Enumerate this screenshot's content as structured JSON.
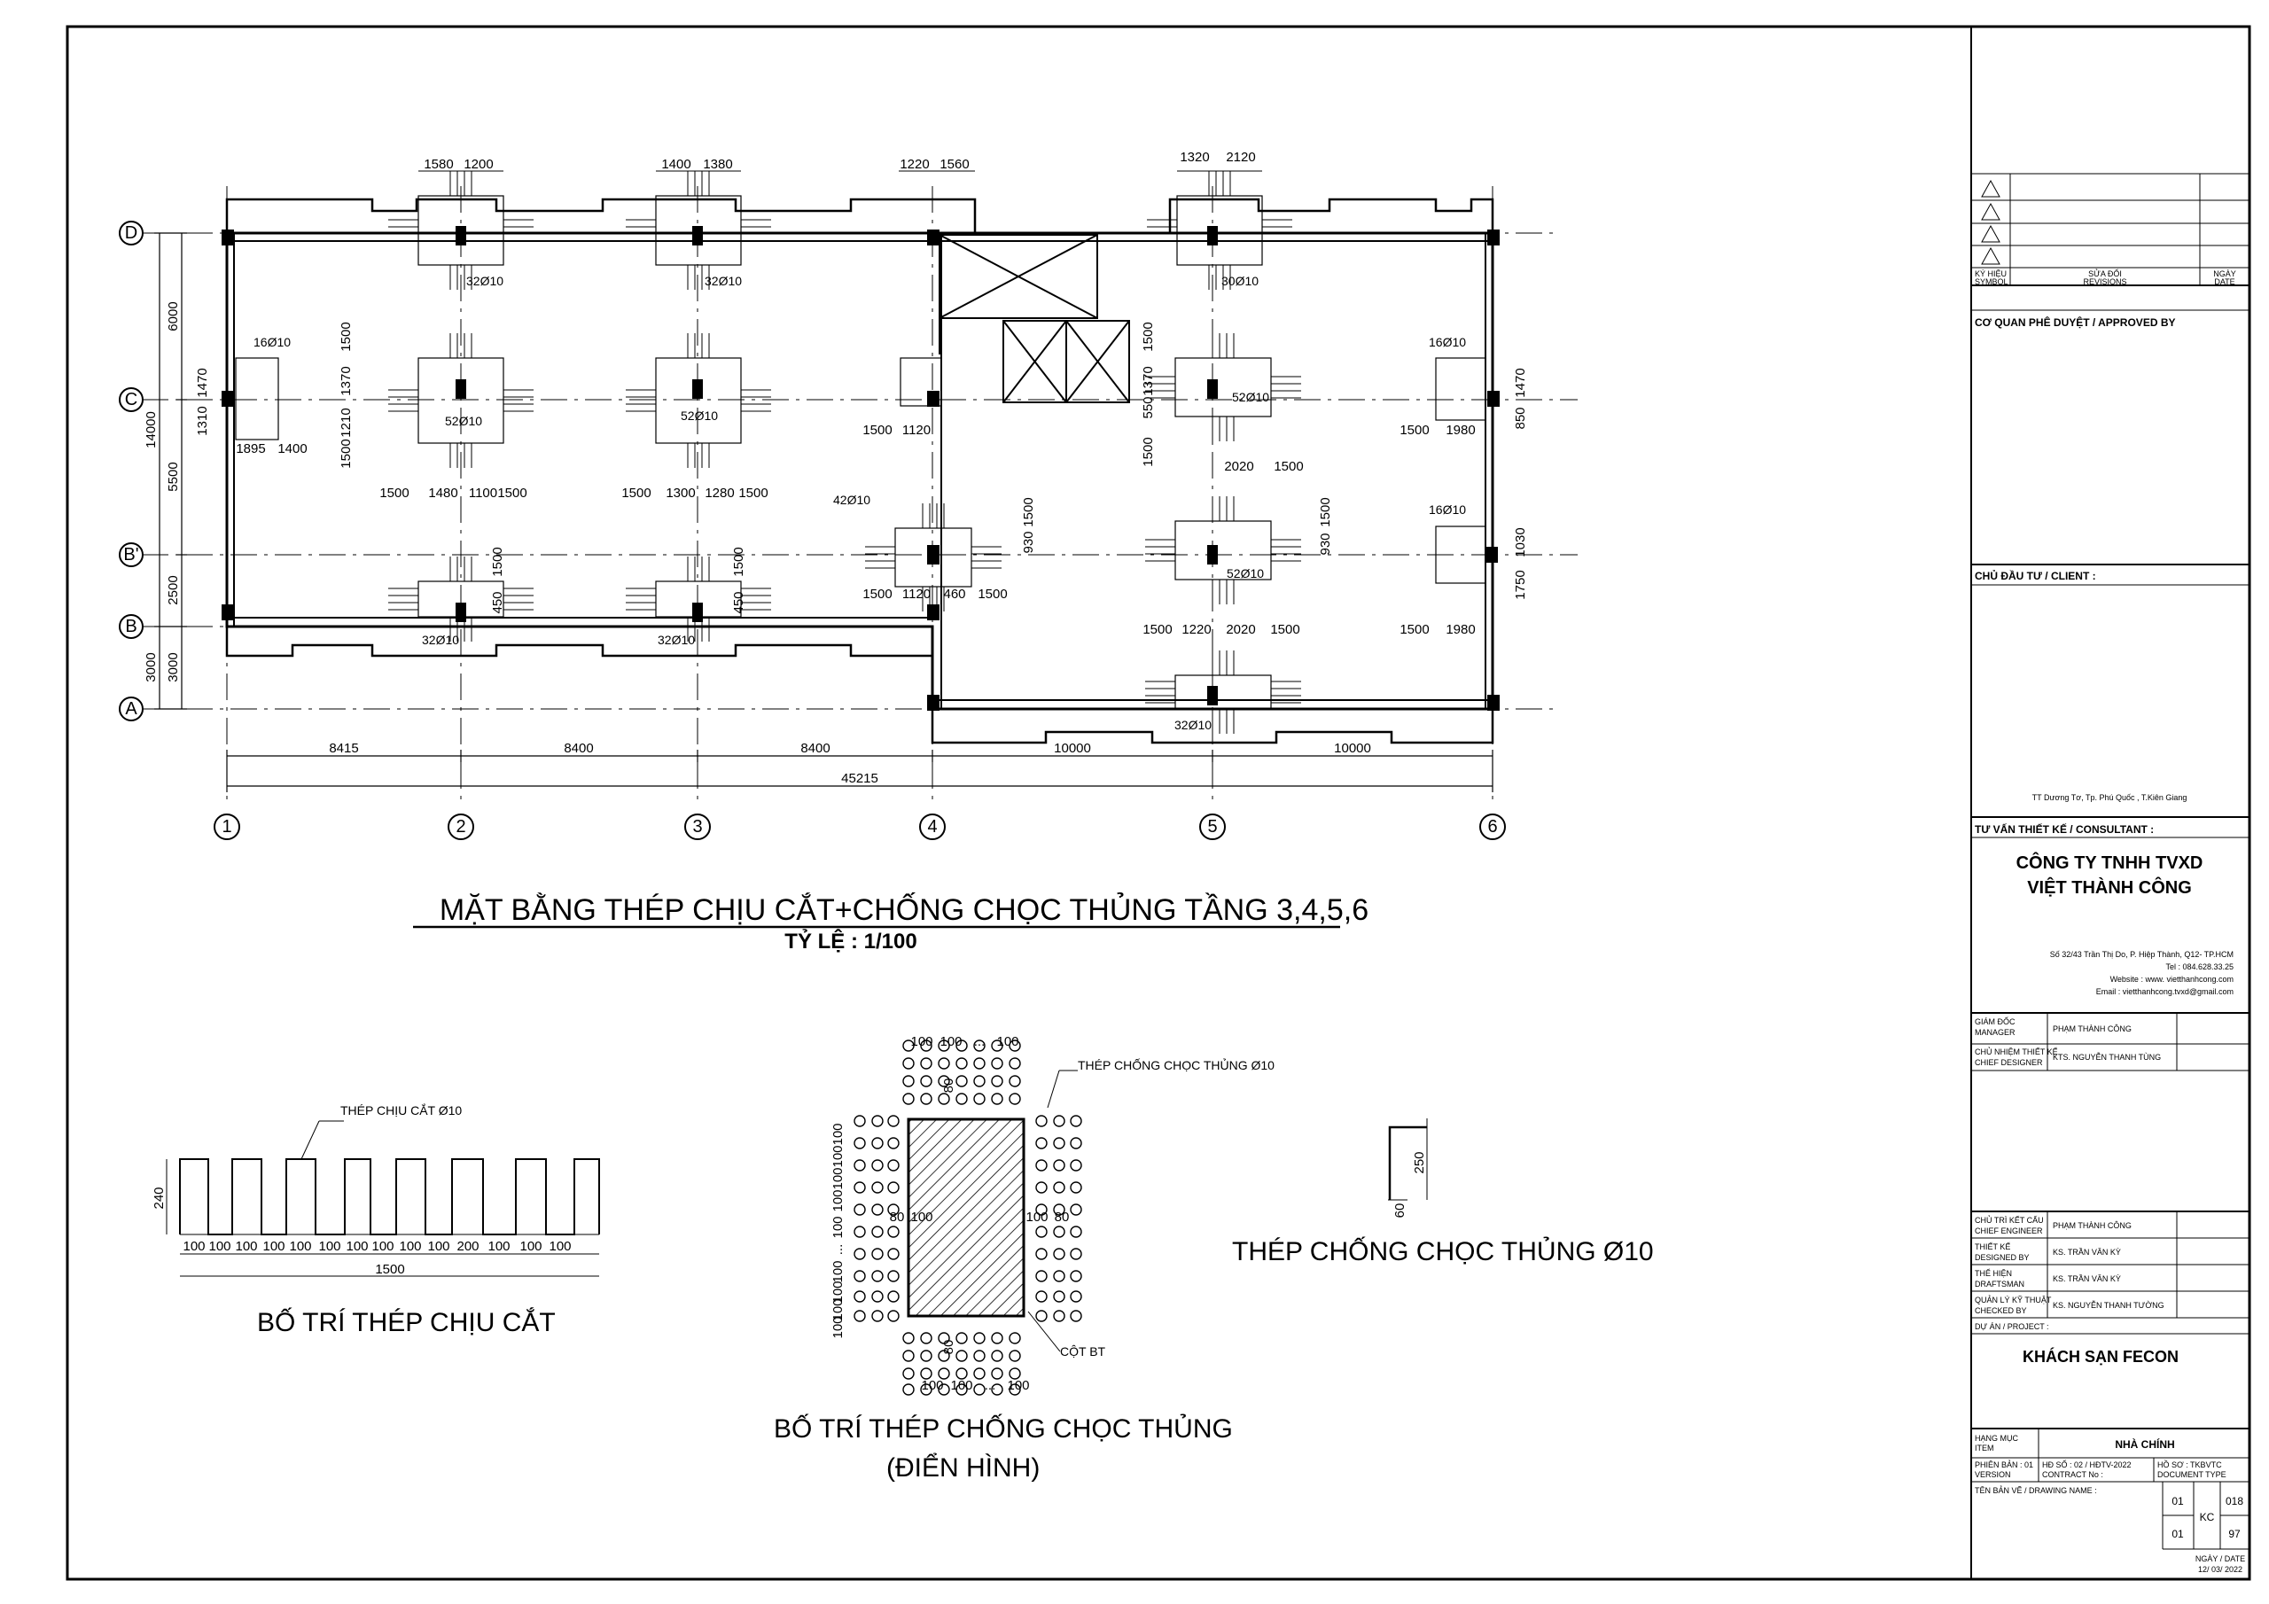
{
  "plan": {
    "title": "MẶT BẰNG THÉP CHỊU CẮT+CHỐNG CHỌC THỦNG TẦNG 3,4,5,6",
    "scale": "TỶ LỆ : 1/100",
    "grid_cols": [
      "1",
      "2",
      "3",
      "4",
      "5",
      "6"
    ],
    "grid_rows": [
      "D",
      "C",
      "B'",
      "B",
      "A"
    ],
    "bottom_dims": [
      "8415",
      "8400",
      "8400",
      "10000",
      "10000"
    ],
    "total_dim": "45215",
    "left_dims": [
      "6000",
      "5500",
      "2500",
      "3000"
    ],
    "left_outer_dims": [
      "14000",
      "3000"
    ],
    "top_dims": [
      "1580",
      "1200",
      "1400",
      "1380",
      "1220",
      "1560",
      "1320",
      "2120"
    ],
    "bar_labels": [
      "32Ø10",
      "32Ø10",
      "30Ø10",
      "16Ø10",
      "52Ø10",
      "52Ø10",
      "52Ø10",
      "16Ø10",
      "42Ø10",
      "16Ø10",
      "52Ø10",
      "32Ø10",
      "32Ø10",
      "32Ø10"
    ],
    "inner_dims": [
      "1500",
      "1370",
      "1210",
      "1500",
      "1470",
      "1310",
      "1895",
      "1400",
      "1500",
      "1480",
      "1100",
      "1500",
      "1500",
      "1300",
      "1280",
      "1500",
      "1500",
      "1120",
      "1500",
      "1370",
      "550",
      "1500",
      "2020",
      "1500",
      "1500",
      "1980",
      "850",
      "1470",
      "1500",
      "930",
      "1500",
      "1120",
      "460",
      "1500",
      "1500",
      "930",
      "1500",
      "1220",
      "2020",
      "1500",
      "1500",
      "1980",
      "1750",
      "1030",
      "1500",
      "450",
      "1500",
      "450"
    ]
  },
  "details": {
    "shear_label": "THÉP CHỊU CẮT Ø10",
    "shear_title": "BỐ TRÍ THÉP CHỊU CẮT",
    "shear_height": "240",
    "shear_dims": [
      "100",
      "100",
      "100",
      "100",
      "100",
      "100",
      "100",
      "100",
      "100",
      "100",
      "200",
      "100",
      "100",
      "100"
    ],
    "shear_total": "1500",
    "punch_label": "THÉP CHỐNG CHỌC THỦNG Ø10",
    "col_label": "CỘT BT",
    "punch_title": "BỐ TRÍ THÉP CHỐNG CHỌC THỦNG",
    "punch_subtitle": "(ĐIỂN HÌNH)",
    "punch_dims_h": [
      "100",
      "100",
      "...",
      "100"
    ],
    "punch_dims_v": [
      "100",
      "100",
      "100",
      "100",
      "100",
      "...",
      "100",
      "100",
      "100",
      "100"
    ],
    "punch_offsets": [
      "80",
      "100",
      "100",
      "80",
      "80",
      "80"
    ],
    "stud_title": "THÉP CHỐNG CHỌC THỦNG Ø10",
    "stud_dims": [
      "250",
      "60"
    ]
  },
  "titleblock": {
    "rev_symbol": "KÝ HIỆU\nSYMBOL",
    "rev_symbol_1": "KÝ HIỆU",
    "rev_symbol_2": "SYMBOL",
    "rev_rev_1": "SỬA ĐỔI",
    "rev_rev_2": "REVISIONS",
    "rev_date_1": "NGÀY",
    "rev_date_2": "DATE",
    "approved": "CƠ QUAN PHÊ DUYỆT / APPROVED BY",
    "client": "CHỦ ĐẦU TƯ / CLIENT :",
    "client_addr": "TT Dương Tơ, Tp. Phú Quốc , T.Kiên Giang",
    "consultant": "TƯ VẤN THIẾT KẾ / CONSULTANT :",
    "company_1": "CÔNG TY TNHH TVXD",
    "company_2": "VIỆT THÀNH CÔNG",
    "addr_1": "Số 32/43 Trần Thị Do, P. Hiệp Thành, Q12- TP.HCM",
    "addr_2": "Tel : 084.628.33.25",
    "addr_3": "Website : www. vietthanhcong.com",
    "addr_4": "Email : vietthanhcong.tvxd@gmail.com",
    "manager_1": "GIÁM ĐỐC",
    "manager_2": "MANAGER",
    "manager_name": "PHẠM THÀNH CÔNG",
    "chief_1": "CHỦ NHIỆM THIẾT KẾ",
    "chief_2": "CHIEF DESIGNER",
    "chief_name": "KTS. NGUYỄN THANH TÙNG",
    "eng_1": "CHỦ TRÌ KẾT CẤU",
    "eng_2": "CHIEF ENGINEER",
    "eng_name": "PHẠM THÀNH CÔNG",
    "des_1": "THIẾT KẾ",
    "des_2": "DESIGNED BY",
    "des_name": "KS. TRẦN VĂN KỲ",
    "draft_1": "THỂ HIỆN",
    "draft_2": "DRAFTSMAN",
    "draft_name": "KS. TRẦN VĂN KỲ",
    "check_1": "QUẢN LÝ KỸ THUẬT",
    "check_2": "CHECKED BY",
    "check_name": "KS. NGUYỄN THANH TƯỜNG",
    "project_label": "DỰ ÁN / PROJECT :",
    "project": "KHÁCH SẠN FECON",
    "item_1": "HẠNG MỤC",
    "item_2": "ITEM",
    "item": "NHÀ CHÍNH",
    "version_1": "PHIÊN BẢN : 01",
    "version_2": "VERSION",
    "contract_1": "HĐ SỐ : 02 / HĐTV-2022",
    "contract_2": "CONTRACT No :",
    "doctype_1": "HỒ SƠ : TKBVTC",
    "doctype_2": "DOCUMENT TYPE",
    "drawing_name": "TÊN BẢN VẼ / DRAWING NAME :",
    "code_a": "01",
    "code_b": "KC",
    "code_c": "018",
    "code_d": "01",
    "code_e": "97",
    "date_1": "NGÀY / DATE",
    "date_2": "12/ 03/ 2022"
  }
}
